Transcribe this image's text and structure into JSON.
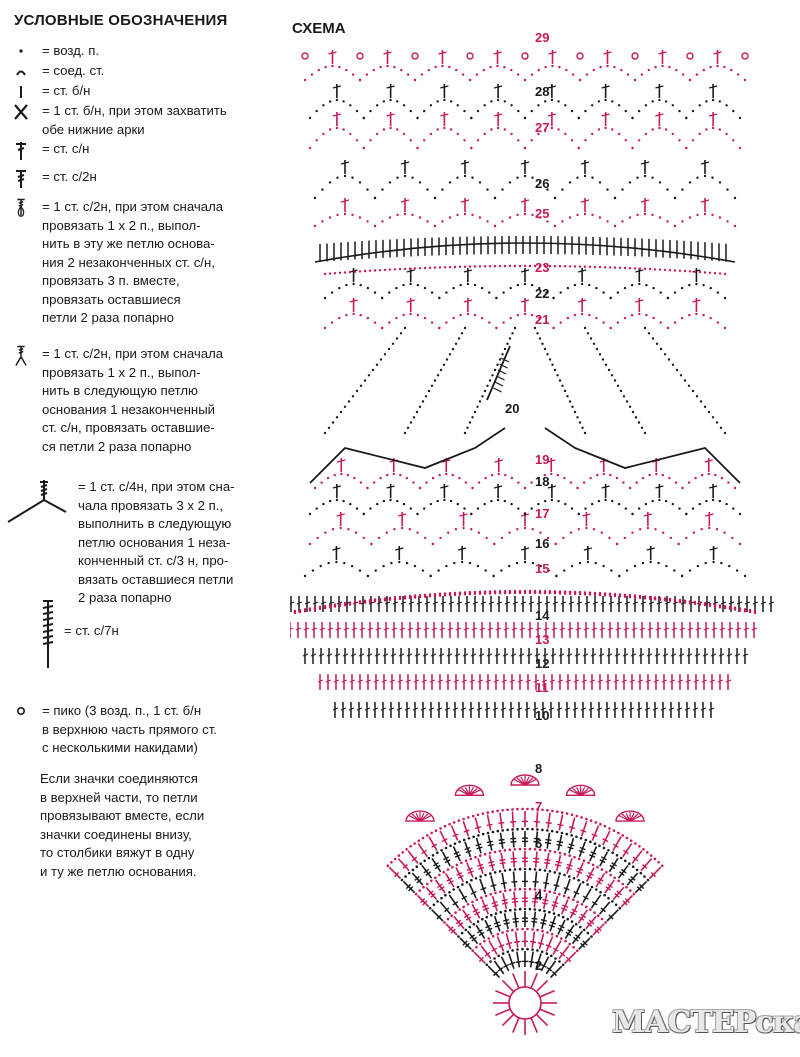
{
  "legend": {
    "title": "УСЛОВНЫЕ ОБОЗНАЧЕНИЯ",
    "items": [
      {
        "symbol": "dot-chain-icon",
        "text": "= возд. п."
      },
      {
        "symbol": "arc-slipstitch-icon",
        "text": "= соед. ст."
      },
      {
        "symbol": "single-crochet-icon",
        "text": "= ст. б/н"
      },
      {
        "symbol": "x-crochet-icon",
        "text": "= 1 ст. б/н, при этом захватить\nобе нижние арки"
      },
      {
        "symbol": "double-crochet-icon",
        "text": "= ст. с/н"
      },
      {
        "symbol": "treble-crochet-icon",
        "text": "= ст. с/2н"
      },
      {
        "symbol": "treble-cluster-icon",
        "text": "= 1 ст. с/2н, при этом сначала\nпровязать 1 х 2 п., выпол-\nнить в эту же петлю основа-\nния 2 незаконченных ст. с/н,\nпровязать 3 п. вместе,\nпровязать оставшиеся\nпетли 2 раза попарно"
      },
      {
        "symbol": "treble-split-icon",
        "text": "= 1 ст. с/2н, при этом сначала\nпровязать 1 х 2 п., выпол-\nнить в следующую петлю\nоснования 1 незаконченный\nст. с/н, провязать оставшие-\nся петли 2 раза попарно"
      },
      {
        "symbol": "quad-split-icon",
        "text": "= 1 ст. с/4н, при этом сна-\nчала провязать 3 х 2 п.,\nвыполнить в следующую\nпетлю основания 1 неза-\nконченный ст. с/3 н, про-\nвязать оставшиеся петли\n2 раза попарно"
      },
      {
        "symbol": "seven-yarnover-stitch-icon",
        "text": "= ст. с/7н"
      },
      {
        "symbol": "picot-icon",
        "text": "= пико (3 возд. п., 1 ст. б/н\nв верхнюю часть прямого ст.\nс несколькими накидами)"
      }
    ],
    "note": "Если значки соединяются\nв верхней части, то петли\nпровязывают вместе, если\nзначки соединены внизу,\nто столбики вяжут в одну\nи ту же петлю основания."
  },
  "scheme": {
    "title": "СХЕМА",
    "row_numbers": [
      "2",
      "4",
      "6",
      "7",
      "8",
      "10",
      "11",
      "12",
      "13",
      "14",
      "15",
      "16",
      "17",
      "18",
      "19",
      "20",
      "21",
      "22",
      "23",
      "25",
      "26",
      "27",
      "28",
      "29"
    ],
    "colors": {
      "black": "#1a1a1a",
      "magenta": "#c8195a"
    }
  },
  "watermark": "МАСТЕРскаЯ"
}
